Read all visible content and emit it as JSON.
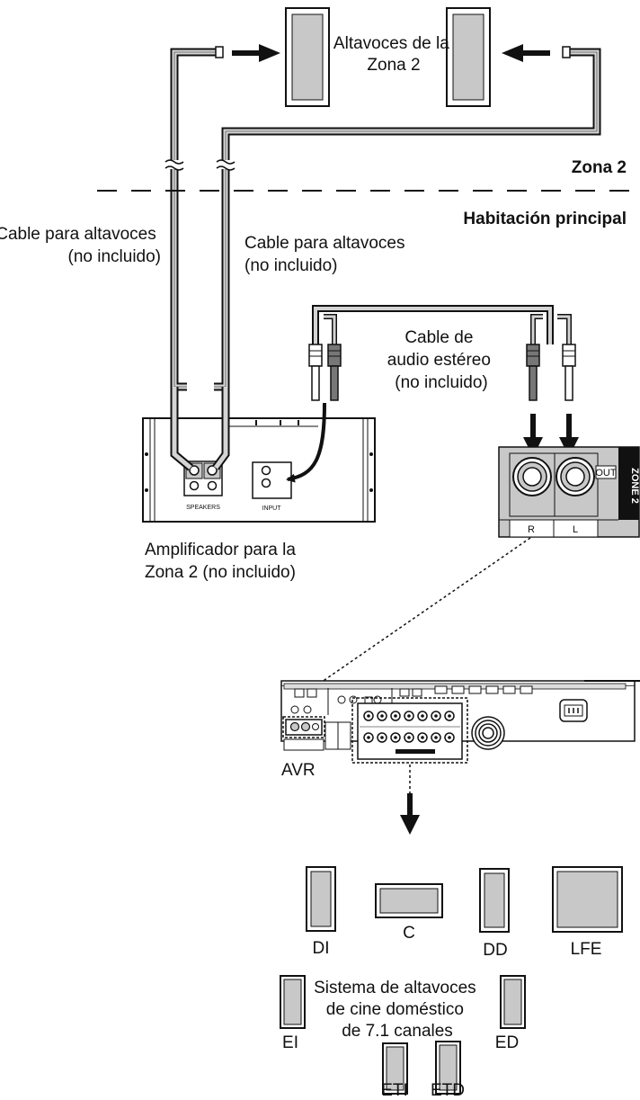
{
  "labels": {
    "zone2_speakers": [
      "Altavoces de la",
      "Zona 2"
    ],
    "zone2": "Zona 2",
    "main_room": "Habitación principal",
    "speaker_cable_left": [
      "Cable para altavoces",
      "(no incluido)"
    ],
    "speaker_cable_right": [
      "Cable para altavoces",
      "(no incluido)"
    ],
    "audio_cable": [
      "Cable de",
      "audio estéreo",
      "(no incluido)"
    ],
    "amplifier": [
      "Amplificador para la",
      "Zona 2 (no incluido)"
    ],
    "avr": "AVR",
    "speaker_system": [
      "Sistema de altavoces",
      "de cine doméstico",
      "de 7.1 canales"
    ]
  },
  "panel": {
    "badge": "ZONE 2",
    "out": "OUT",
    "right": "R",
    "left": "L"
  },
  "amp_panel": {
    "speakers": "SPEAKERS",
    "input": "INPUT"
  },
  "speakers": {
    "fl": "DI",
    "c": "C",
    "fr": "DD",
    "lfe": "LFE",
    "sl": "EI",
    "sr": "ED",
    "bl": "ETI",
    "br": "ETD"
  },
  "colors": {
    "speaker_fill": "#c8c8c8",
    "cable_fill": "#d4d4d4",
    "outline": "#111111"
  }
}
